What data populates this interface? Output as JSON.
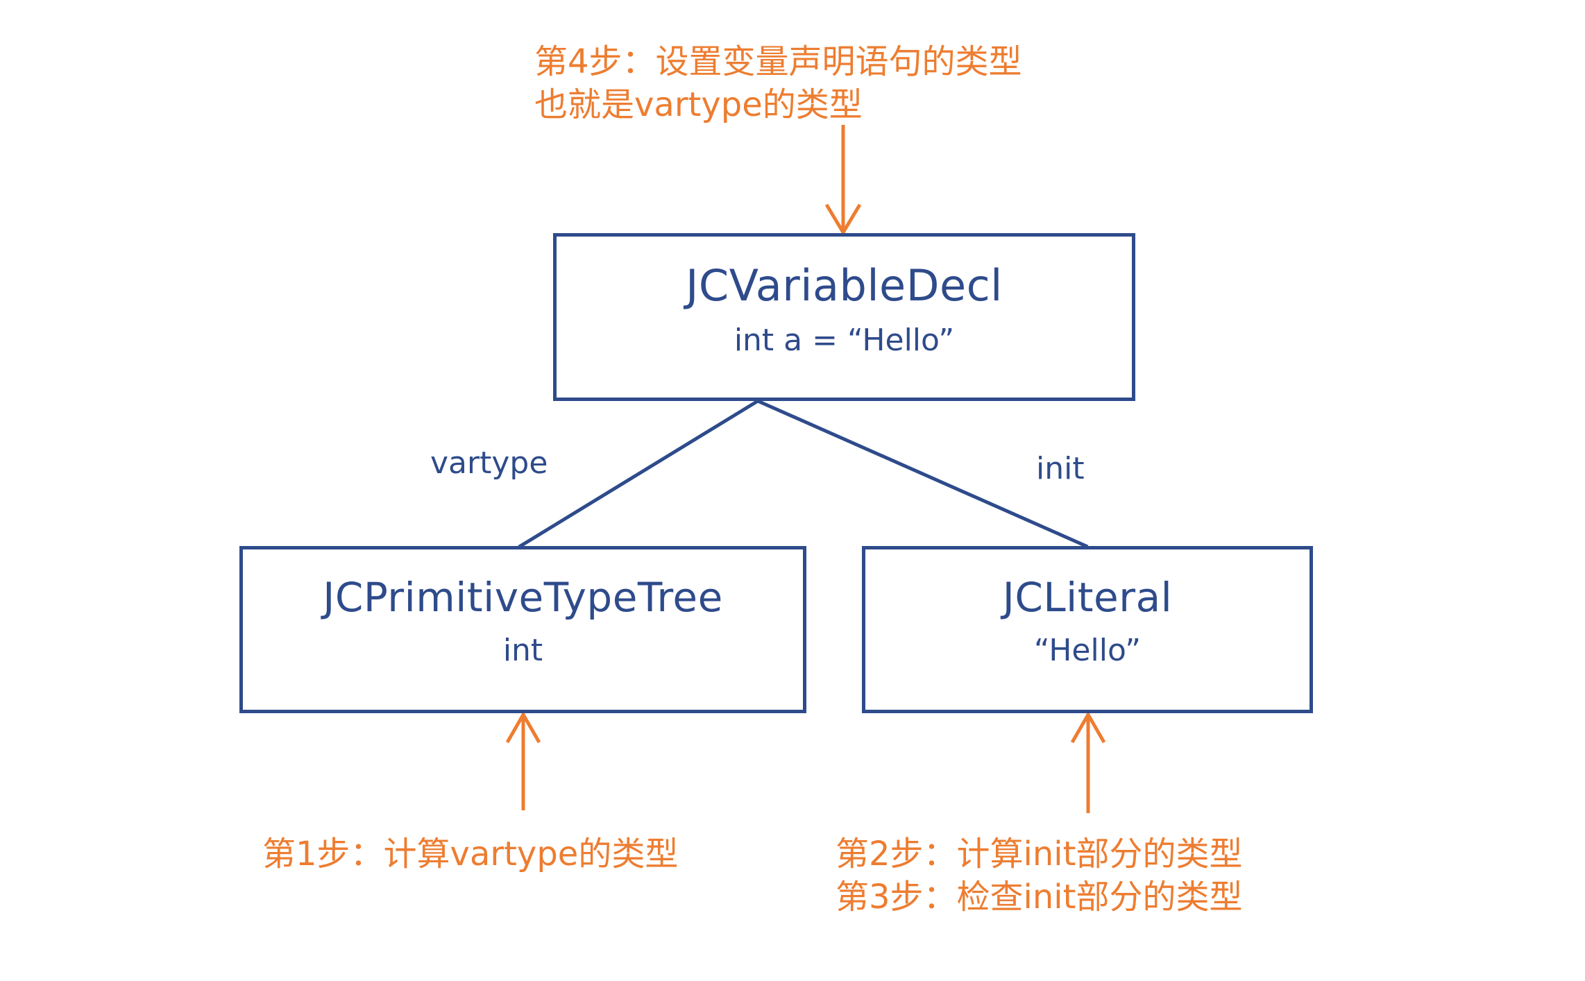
{
  "diagram": {
    "type": "ast-tree",
    "colors": {
      "node_border": "#2E4B8B",
      "node_text": "#2E4B8B",
      "edge": "#2E4B8B",
      "annotation": "#ED7D31",
      "background": "#FFFFFF"
    },
    "nodes": [
      {
        "id": "root",
        "title": "JCVariableDecl",
        "subtitle": "int a = “Hello”"
      },
      {
        "id": "vartype",
        "title": "JCPrimitiveTypeTree",
        "subtitle": "int"
      },
      {
        "id": "init",
        "title": "JCLiteral",
        "subtitle": "“Hello”"
      }
    ],
    "edges": [
      {
        "id": "edge-vartype",
        "from": "root",
        "to": "vartype",
        "label": "vartype"
      },
      {
        "id": "edge-init",
        "from": "root",
        "to": "init",
        "label": "init"
      }
    ],
    "annotations": [
      {
        "id": "step4",
        "target": "root",
        "direction": "down",
        "lines": [
          "第4步：设置变量声明语句的类型",
          "也就是vartype的类型"
        ]
      },
      {
        "id": "step1",
        "target": "vartype",
        "direction": "up",
        "lines": [
          "第1步：计算vartype的类型"
        ]
      },
      {
        "id": "step23",
        "target": "init",
        "direction": "up",
        "lines": [
          "第2步：计算init部分的类型",
          "第3步：检查init部分的类型"
        ]
      }
    ]
  }
}
